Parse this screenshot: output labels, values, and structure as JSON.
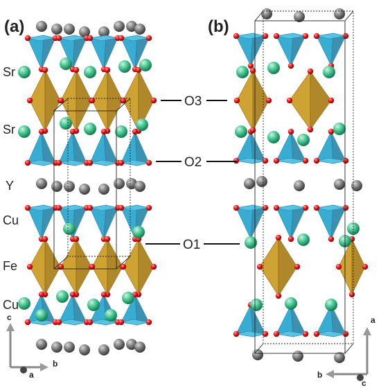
{
  "panels": [
    {
      "label": "(a)"
    },
    {
      "label": "(b)"
    }
  ],
  "site_labels": [
    "Sr",
    "Sr",
    "Y",
    "Cu",
    "Fe",
    "Cu"
  ],
  "oxygen_labels": [
    "O3",
    "O2",
    "O1"
  ],
  "axes_a": {
    "vertical": "c",
    "horizontal": "b",
    "out_of_plane": "a"
  },
  "axes_b": {
    "vertical": "a",
    "horizontal": "b",
    "out_of_plane": "c"
  },
  "colors": {
    "pyramid": "#2fa8cf",
    "pyramid_dark": "#1b7ea3",
    "octahedron": "#c99a1e",
    "octahedron_dark": "#8a6510",
    "oxygen": "#e01515",
    "sr_atom": "#3fc18c",
    "y_atom": "#7a7a7a"
  }
}
